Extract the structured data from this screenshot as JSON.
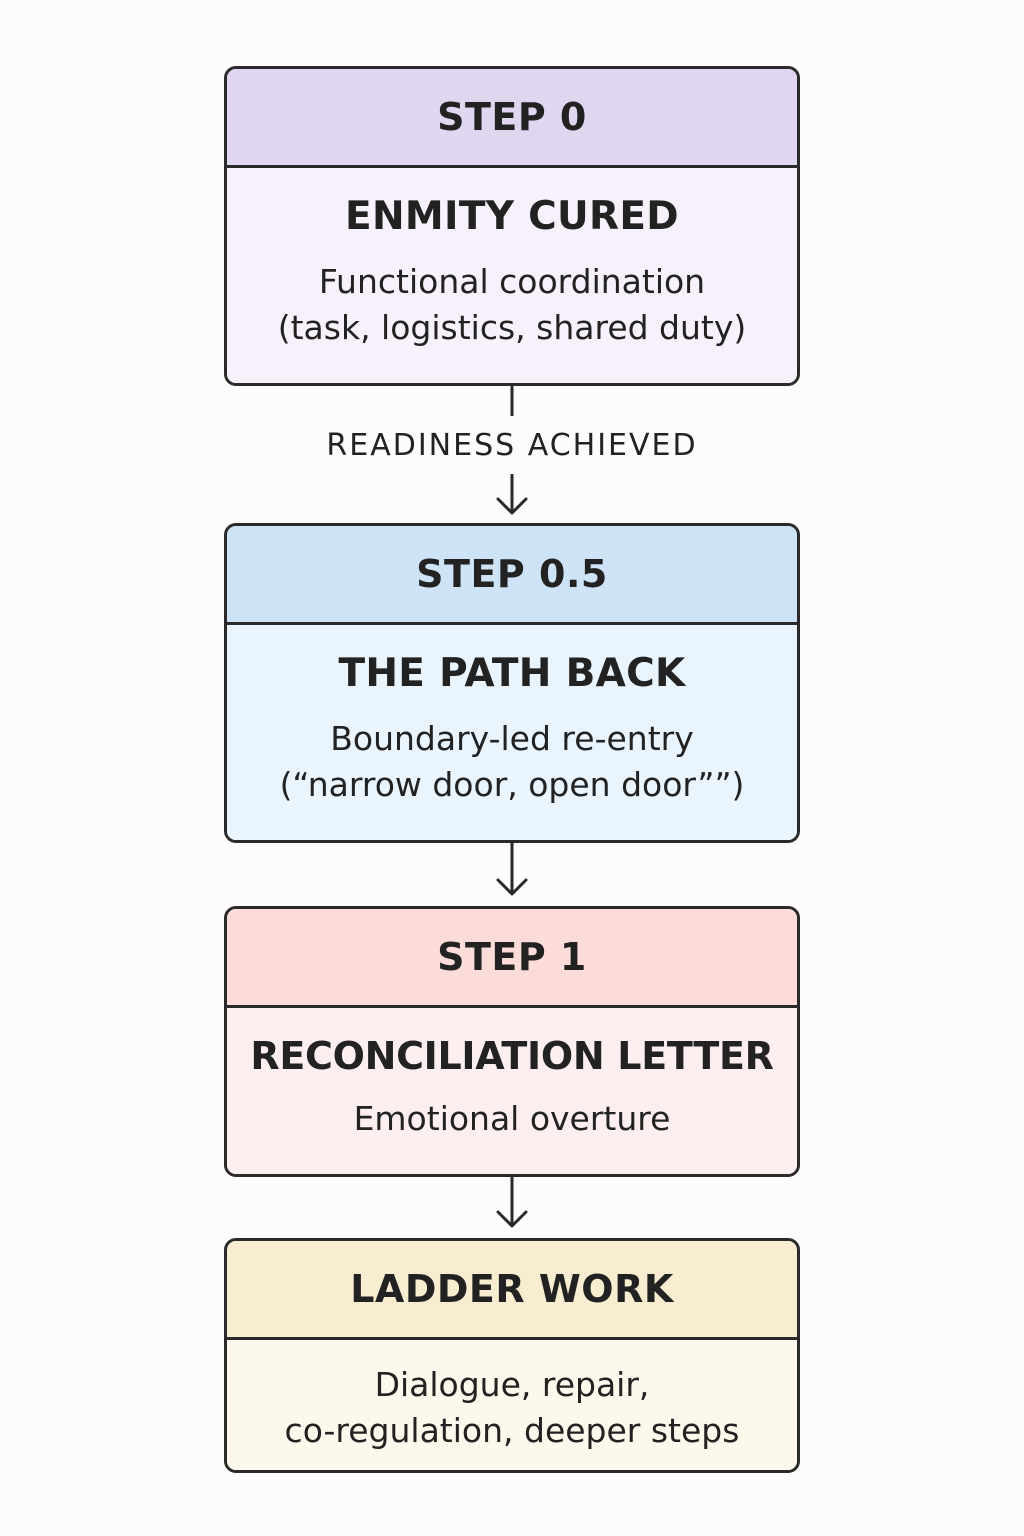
{
  "steps": [
    {
      "header": "STEP 0",
      "title": "ENMITY CURED",
      "desc_lines": [
        "Functional coordination",
        "(task, logistics, shared duty)"
      ],
      "colors": {
        "header": "#e1d6f0",
        "body": "#f6f1fb"
      }
    },
    {
      "header": "STEP 0.5",
      "title": "THE PATH BACK",
      "desc_lines": [
        "Boundary-led re-entry",
        "(“narrow door, open door””)"
      ],
      "colors": {
        "header": "#cfe3f6",
        "body": "#eaf4fc"
      }
    },
    {
      "header": "STEP 1",
      "title": "RECONCILIATION LETTER",
      "desc_lines": [
        "Emotional overture"
      ],
      "colors": {
        "header": "#fbdcd9",
        "body": "#fdeff0"
      }
    },
    {
      "header": "LADDER WORK",
      "title": "",
      "desc_lines": [
        "Dialogue, repair,",
        "co-regulation, deeper  steps"
      ],
      "colors": {
        "header": "#f8edd1",
        "body": "#fdf8ec"
      }
    }
  ],
  "transitions": [
    {
      "label": "READINESS ACHIEVED"
    },
    {
      "label": ""
    },
    {
      "label": ""
    }
  ],
  "colors": {
    "border": "#2a2a2a",
    "background": "#fdfcfb"
  }
}
